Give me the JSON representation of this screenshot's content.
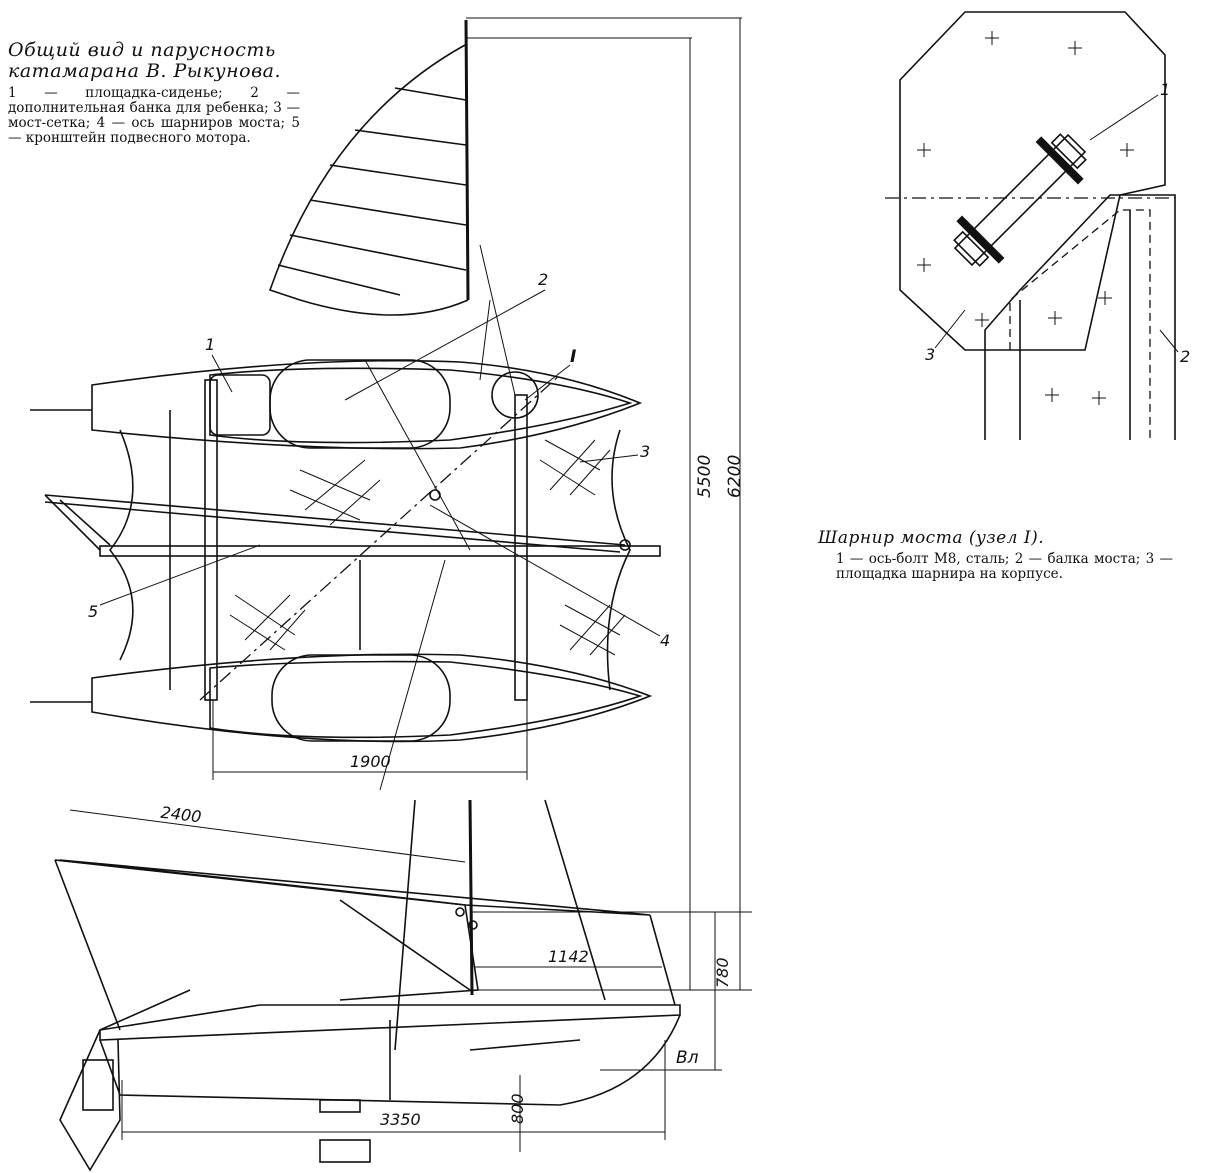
{
  "main_caption": {
    "title_line1": "Общий вид и парусность",
    "title_line2": "катамарана В. Рыкунова.",
    "legend": "1 — площадка-сиденье; 2 — дополнительная банка для ребенка; 3 — мост-сетка; 4 — ось шарниров моста; 5 — кронштейн подвесного мотора."
  },
  "detail_caption": {
    "title": "Шарнир моста (узел I).",
    "legend": "1 — ось-болт М8, сталь; 2 — балка моста; 3 — площадка шарнира на корпусе."
  },
  "callouts": {
    "c1": "1",
    "c2": "2",
    "c3": "3",
    "c4": "4",
    "c5": "5",
    "node": "I"
  },
  "detail_callouts": {
    "c1": "1",
    "c2": "2",
    "c3": "3"
  },
  "dimensions": {
    "d5500": "5500",
    "d6200": "6200",
    "d1900": "1900",
    "d2400": "2400",
    "d1142": "1142",
    "d780": "780",
    "d3350": "3350",
    "d800": "800",
    "waterline": "Вл"
  }
}
